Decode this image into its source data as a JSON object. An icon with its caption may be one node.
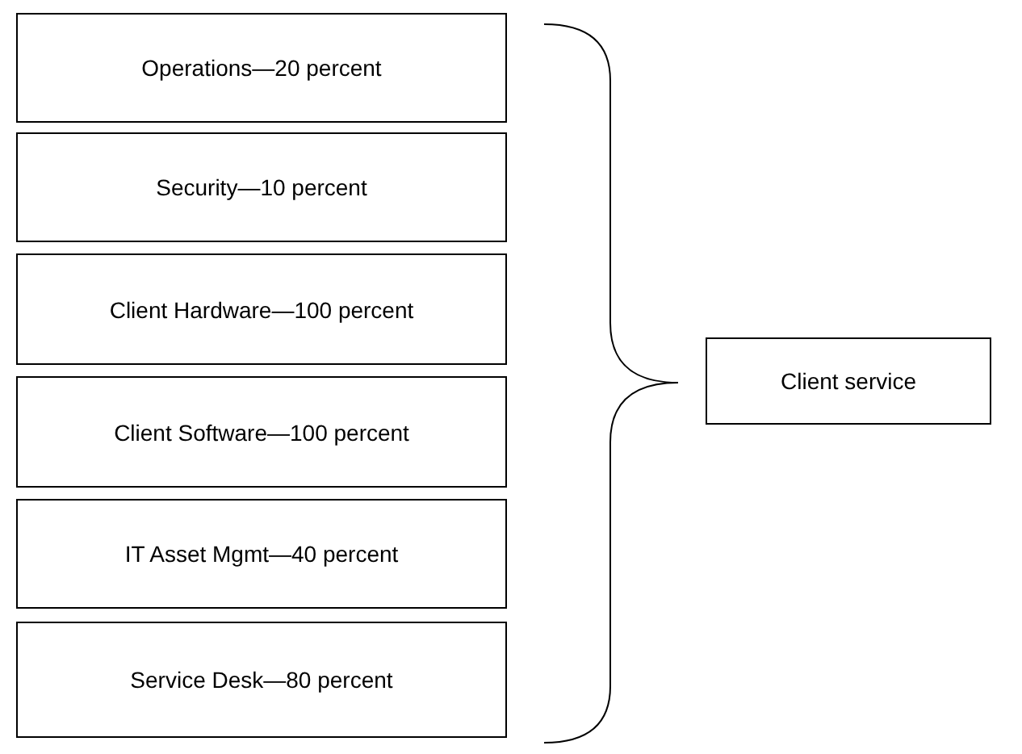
{
  "diagram": {
    "nodes": [
      {
        "text": [
          "Operations—20 percent"
        ]
      },
      {
        "text": [
          "Security—10 percent"
        ]
      },
      {
        "text": [
          "Client Hardware—100 percent"
        ]
      },
      {
        "text": [
          "Client Software—100 percent"
        ]
      },
      {
        "text": [
          "IT Asset Mgmt—40 percent"
        ]
      },
      {
        "text": [
          "Service Desk—80 percent"
        ]
      },
      {
        "text": [
          "Client service"
        ]
      }
    ]
  }
}
